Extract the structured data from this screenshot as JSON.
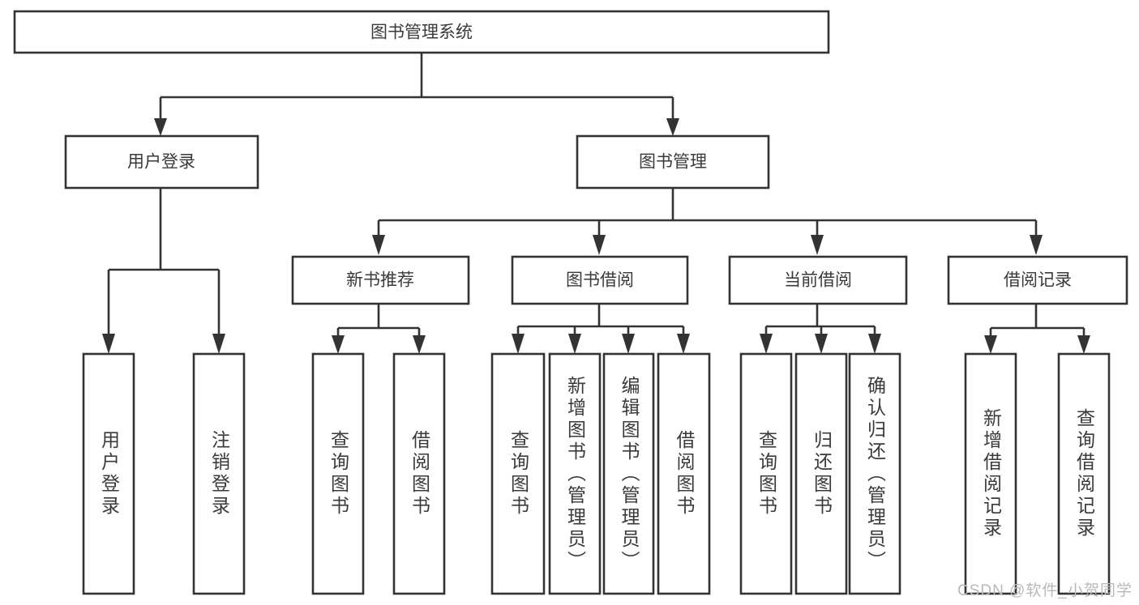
{
  "diagram": {
    "type": "tree",
    "title": "图书管理系统",
    "orientation": "top-down",
    "colors": {
      "box_stroke": "#333333",
      "box_fill": "#ffffff",
      "text": "#3a3a3a",
      "background": "#ffffff",
      "watermark": "#b9b9b9"
    },
    "root": {
      "label": "图书管理系统"
    },
    "level2": [
      {
        "label": "用户登录"
      },
      {
        "label": "图书管理"
      }
    ],
    "level3": [
      {
        "label": "新书推荐"
      },
      {
        "label": "图书借阅"
      },
      {
        "label": "当前借阅"
      },
      {
        "label": "借阅记录"
      }
    ],
    "leaves": {
      "user_login": [
        {
          "label": "用户登录"
        },
        {
          "label": "注销登录"
        }
      ],
      "new_book_recommend": [
        {
          "label": "查询图书"
        },
        {
          "label": "借阅图书"
        }
      ],
      "book_borrow": [
        {
          "label": "查询图书"
        },
        {
          "label": "新增图书（管理员）"
        },
        {
          "label": "编辑图书（管理员）"
        },
        {
          "label": "借阅图书"
        }
      ],
      "current_borrow": [
        {
          "label": "查询图书"
        },
        {
          "label": "归还图书"
        },
        {
          "label": "确认归还（管理员）"
        }
      ],
      "borrow_record": [
        {
          "label": "新增借阅记录"
        },
        {
          "label": "查询借阅记录"
        }
      ]
    },
    "watermark": "CSDN @软件_小贺同学"
  }
}
